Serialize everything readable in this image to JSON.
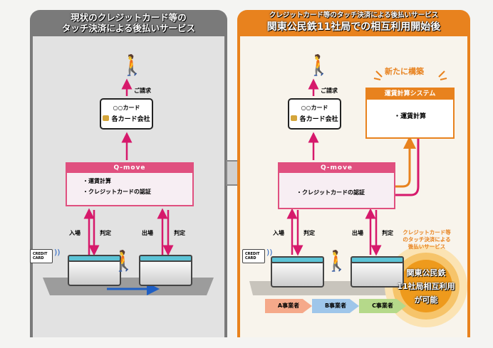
{
  "left": {
    "title_line1": "現状のクレジットカード等の",
    "title_line2": "タッチ決済による後払いサービス",
    "billing": "ご請求",
    "card_company_line1": "○○カード",
    "card_company_line2": "各カード会社",
    "qmove_title": "Q-move",
    "qmove_items": [
      "・運賃計算",
      "・クレジットカードの認証"
    ],
    "entry": "入場",
    "judge1": "判定",
    "exit": "出場",
    "judge2": "判定",
    "credit_card_label": "CREDIT CARD"
  },
  "right": {
    "title_line1": "クレジットカード等のタッチ決済による後払いサービス",
    "title_line2": "関東公民鉄11社局での相互利用開始後",
    "billing": "ご請求",
    "card_company_line1": "○○カード",
    "card_company_line2": "各カード会社",
    "new_build": "新たに構築",
    "fare_system_title": "運賃計算システム",
    "fare_system_item": "・運賃計算",
    "qmove_title": "Q-move",
    "qmove_item": "・クレジットカードの認証",
    "entry": "入場",
    "judge1": "判定",
    "exit": "出場",
    "judge2": "判定",
    "credit_card_label": "CREDIT CARD",
    "operators": [
      "A事業者",
      "B事業者",
      "C事業者"
    ],
    "badge_caption": "クレジットカード等のタッチ決済による後払いサービス",
    "badge_lines": [
      "関東公民鉄",
      "11社局相互利用",
      "が可能"
    ]
  },
  "colors": {
    "orange": "#e8821e",
    "pink": "#e0507f",
    "gray": "#7a7a7a"
  }
}
